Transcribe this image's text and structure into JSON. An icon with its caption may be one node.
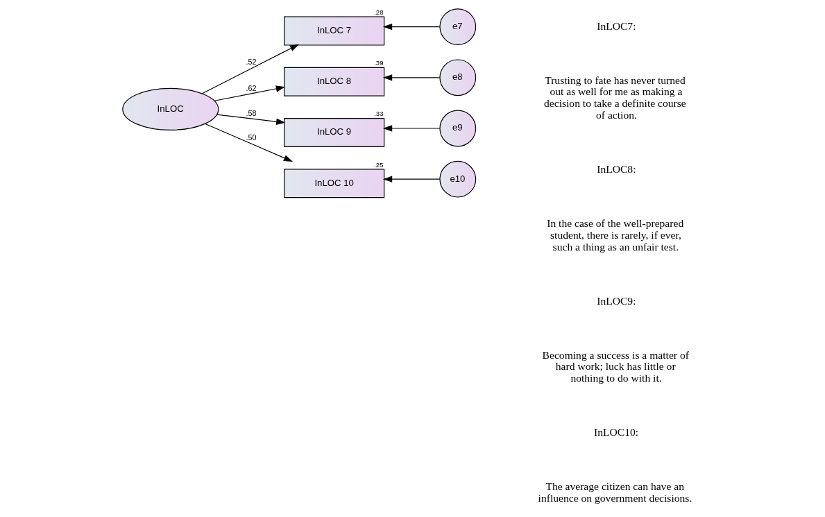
{
  "diagram": {
    "nodes": [
      {
        "text": [
          "InLOC"
        ]
      },
      {
        "text": [
          "InLOC 7"
        ],
        "beside": [
          ".28"
        ]
      },
      {
        "text": [
          "InLOC 8"
        ],
        "beside": [
          ".39"
        ]
      },
      {
        "text": [
          "InLOC 9"
        ],
        "beside": [
          ".33"
        ]
      },
      {
        "text": [
          "InLOC 10"
        ],
        "beside": [
          ".25"
        ]
      },
      {
        "text": [
          "e7"
        ]
      },
      {
        "text": [
          "e8"
        ]
      },
      {
        "text": [
          "e9"
        ]
      },
      {
        "text": [
          "e10"
        ]
      }
    ],
    "edges": [
      {
        "from": 0,
        "to": 1,
        "arrow": "to",
        "label": ".52"
      },
      {
        "from": 0,
        "to": 2,
        "arrow": "to",
        "label": ".62"
      },
      {
        "from": 0,
        "to": 3,
        "arrow": "to",
        "label": ".58"
      },
      {
        "from": 0,
        "to": 4,
        "arrow": "to",
        "label": ".50"
      },
      {
        "from": 5,
        "to": 1,
        "arrow": "to"
      },
      {
        "from": 6,
        "to": 2,
        "arrow": "to"
      },
      {
        "from": 7,
        "to": 3,
        "arrow": "to"
      },
      {
        "from": 8,
        "to": 4,
        "arrow": "to"
      }
    ],
    "labels": [
      "InLOC7:",
      "Trusting to fate has never turned out as well for me as making a decision to take a definite course of action.",
      "InLOC8:",
      "In the case of the well-prepared student, there is rarely, if ever, such a thing as an unfair test.",
      "InLOC9:",
      "Becoming a success is a matter of hard work; luck has little or nothing to do with it.",
      "InLOC10:",
      "The average citizen can have an influence on government decisions."
    ]
  }
}
